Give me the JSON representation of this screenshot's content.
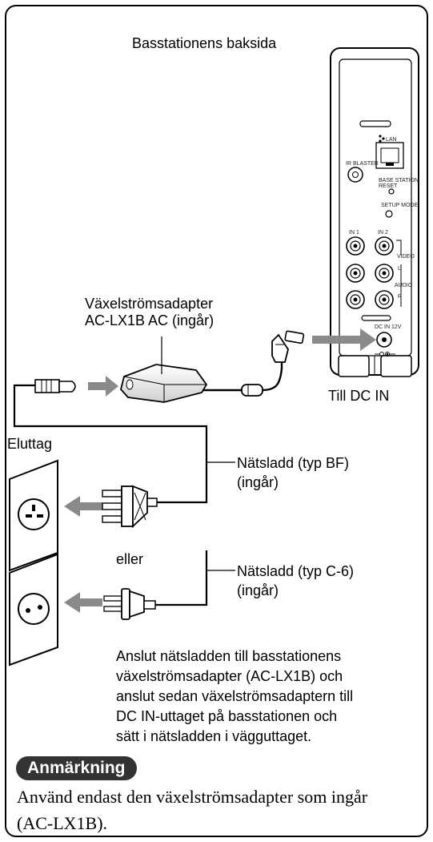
{
  "labels": {
    "rear_title": "Basstationens baksida",
    "adapter_line1": "Växelströmsadapter",
    "adapter_line2": "AC-LX1B AC (ingår)",
    "to_dc_in": "Till DC IN",
    "outlet": "Eluttag",
    "cord_bf_line1": "Nätsladd (typ BF)",
    "cord_bf_line2": "(ingår)",
    "or": "eller",
    "cord_c6_line1": "Nätsladd (typ C-6)",
    "cord_c6_line2": "(ingår)"
  },
  "device_labels": {
    "lan": "LAN",
    "ir_blaster": "IR BLASTER",
    "reset_line1": "BASE STATION",
    "reset_line2": "RESET",
    "setup_mode": "SETUP MODE",
    "in1": "IN 1",
    "in2": "IN 2",
    "video": "VIDEO",
    "audio": "AUDIO",
    "l": "L",
    "r": "R",
    "dc_in": "DC IN 12V"
  },
  "instruction": [
    "Anslut nätsladden till basstationens",
    "växelströmsadapter (AC-LX1B) och",
    "anslut sedan växelströmsadaptern till",
    "DC IN-uttaget på basstationen och",
    "sätt i nätsladden i vägguttaget."
  ],
  "note": {
    "heading": "Anmärkning",
    "lines": [
      "Använd endast den växelströmsadapter som ingår",
      "(AC-LX1B)."
    ]
  }
}
